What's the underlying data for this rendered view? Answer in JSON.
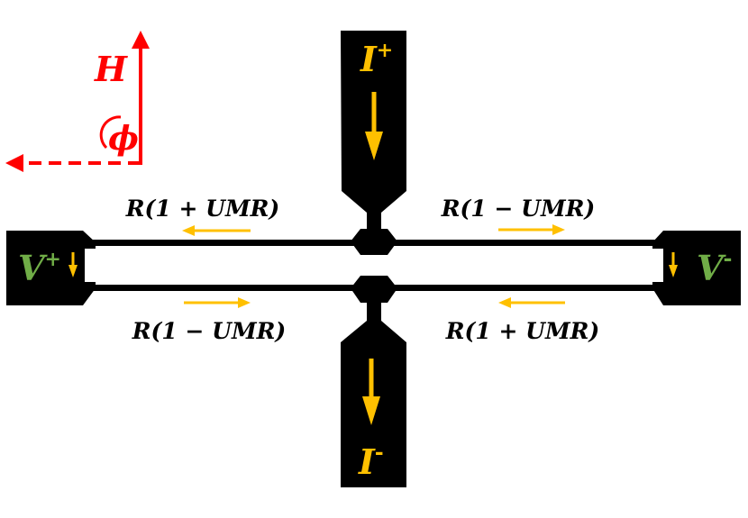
{
  "colors": {
    "device": "#000000",
    "current_arrow": "#FFC000",
    "voltage_label": "#70AD47",
    "field": "#FF0000",
    "equation_text": "#000000",
    "background": "#FFFFFF"
  },
  "field": {
    "label": "H",
    "angle_label": "ϕ"
  },
  "contacts": {
    "current_plus": {
      "base": "I",
      "sup": "+"
    },
    "current_minus": {
      "base": "I",
      "sup": "-"
    },
    "voltage_plus": {
      "base": "V",
      "sup": "+"
    },
    "voltage_minus": {
      "base": "V",
      "sup": "-"
    }
  },
  "equations": {
    "top_left": "R(1 + UMR)",
    "top_right": "R(1 − UMR)",
    "bottom_left": "R(1 − UMR)",
    "bottom_right": "R(1 + UMR)"
  }
}
